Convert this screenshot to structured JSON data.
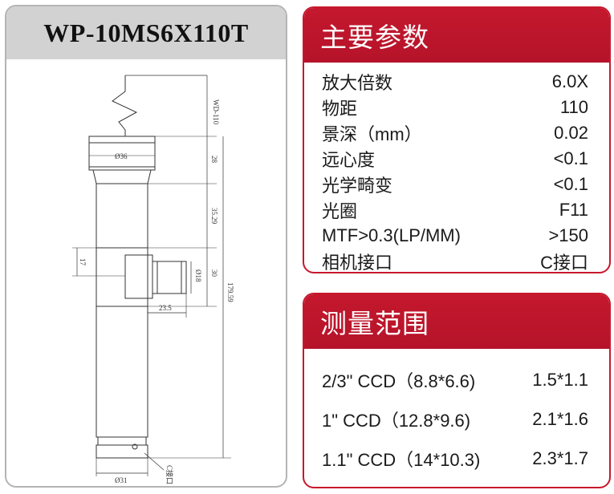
{
  "product": {
    "model": "WP-10MS6X110T"
  },
  "drawing": {
    "labels": {
      "wd": "WD-110",
      "d36": "Ø36",
      "l28": "28",
      "l3529": "35.29",
      "l17": "17",
      "d18": "Ø18",
      "l30": "30",
      "total": "179.59",
      "l235": "23.5",
      "d31": "Ø31",
      "cmount": "C接口"
    }
  },
  "params": {
    "title": "主要参数",
    "rows": [
      {
        "label": "放大倍数",
        "value": "6.0X"
      },
      {
        "label": "物距",
        "value": "110"
      },
      {
        "label": "景深（mm）",
        "value": "0.02"
      },
      {
        "label": "远心度",
        "value": "<0.1"
      },
      {
        "label": "光学畸变",
        "value": "<0.1"
      },
      {
        "label": "光圈",
        "value": "F11"
      },
      {
        "label": "MTF>0.3(LP/MM)",
        "value": ">150"
      },
      {
        "label": "相机接口",
        "value": "C接口"
      }
    ]
  },
  "range": {
    "title": "测量范围",
    "rows": [
      {
        "label": "2/3\" CCD（8.8*6.6)",
        "value": "1.5*1.1"
      },
      {
        "label": "1\" CCD（12.8*9.6)",
        "value": "2.1*1.6"
      },
      {
        "label": "1.1\" CCD（14*10.3)",
        "value": "2.3*1.7"
      }
    ]
  }
}
